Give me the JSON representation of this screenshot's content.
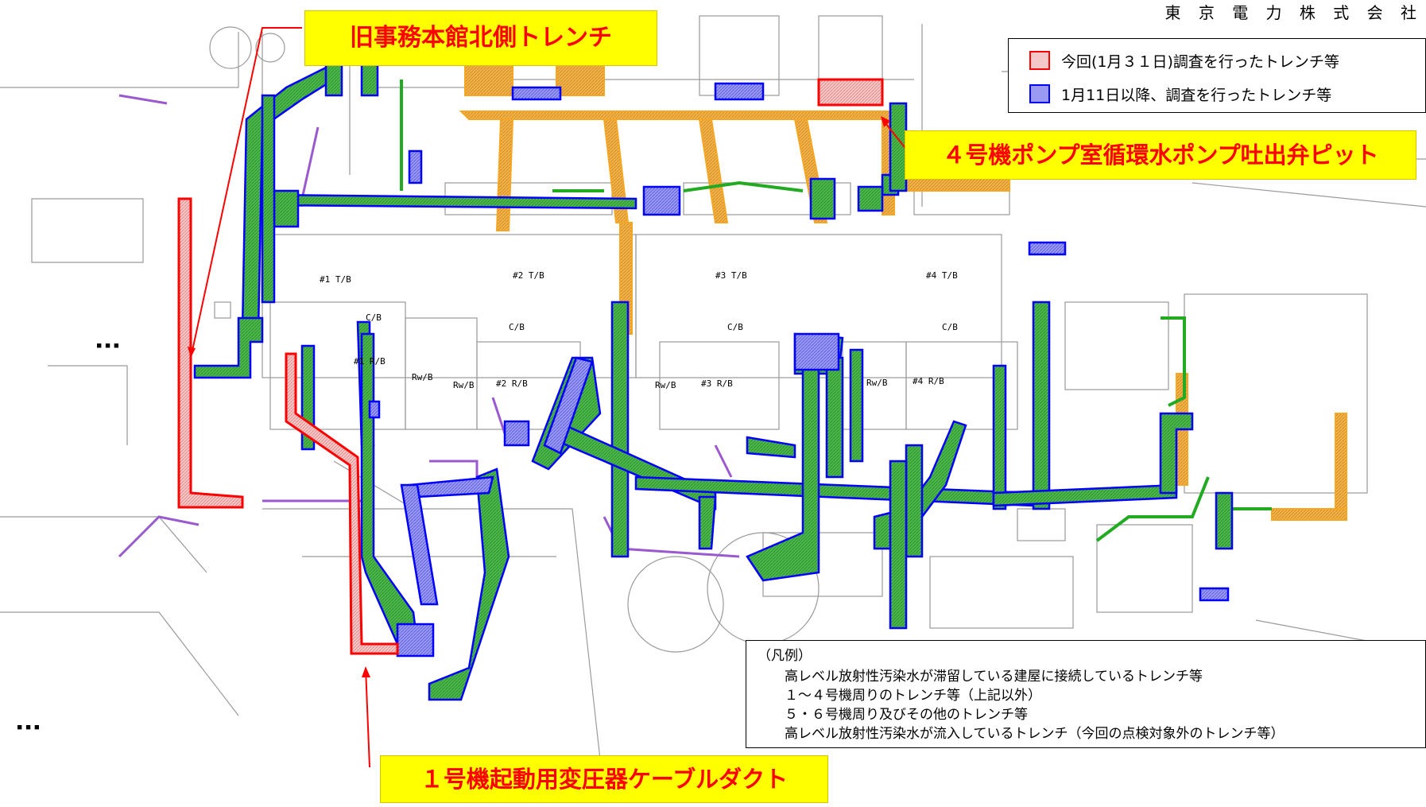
{
  "company": "東 京 電 力 株 式 会 社",
  "callouts": {
    "old_office": "旧事務本館北側トレンチ",
    "unit4_pump": "４号機ポンプ室循環水ポンプ吐出弁ピット",
    "unit1_transformer": "１号機起動用変圧器ケーブルダクト"
  },
  "legend_top": {
    "items": [
      {
        "label": "今回(1月３１日)調査を行ったトレンチ等",
        "color": "#ff0000",
        "fill": "#f7c6c6"
      },
      {
        "label": "1月11日以降、調査を行ったトレンチ等",
        "color": "#0000ff",
        "fill": "#8c8cf2"
      }
    ]
  },
  "legend_bottom": {
    "title": "（凡例）",
    "items": [
      {
        "label": "高レベル放射性汚染水が滞留している建屋に接続しているトレンチ等",
        "color": "#f5a623"
      },
      {
        "label": "１～４号機周りのトレンチ等（上記以外）",
        "color": "#22cc22"
      },
      {
        "label": "５・６号機周り及びその他のトレンチ等",
        "color": "#9b59d0"
      },
      {
        "label": "高レベル放射性汚染水が流入しているトレンチ（今回の点検対象外のトレンチ等）",
        "color": "#3355ff"
      }
    ]
  },
  "building_labels": {
    "tb1": "#1 T/B",
    "tb2": "#2 T/B",
    "tb3": "#3 T/B",
    "tb4": "#4 T/B",
    "cb1": "C/B",
    "cb2": "C/B",
    "cb3": "C/B",
    "cb4": "C/B",
    "rb1": "#1 R/B",
    "rb2": "#2 R/B",
    "rb3": "#3 R/B",
    "rb4": "#4 R/B",
    "rwb1": "Rw/B",
    "rwb2": "Rw/B",
    "rwb3": "Rw/B",
    "rwb4": "Rw/B",
    "dots_left": "■ ■ ■",
    "dots_bottom": "■ ■ ■"
  },
  "colors": {
    "trench_blue": "#0000ff",
    "trench_green": "#22aa22",
    "trench_orange": "#f5a623",
    "trench_red": "#ff0000",
    "trench_purple": "#9b59d0",
    "callout_bg": "#ffff00",
    "callout_text": "#ff0000"
  }
}
